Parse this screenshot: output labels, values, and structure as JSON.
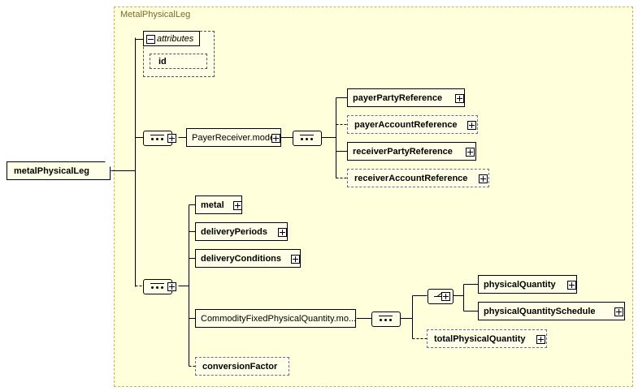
{
  "diagram": {
    "type": "xsd-schema-tree",
    "root": {
      "label": "metalPhysicalLeg"
    },
    "container": {
      "title": "MetalPhysicalLeg"
    },
    "attributes": {
      "header": "attributes",
      "rows": [
        {
          "label": "id"
        }
      ]
    },
    "nodes": [
      {
        "id": "payerreceiver",
        "label": "PayerReceiver.model",
        "bold": false,
        "dashed": false,
        "expand": "plus"
      },
      {
        "id": "payerPartyReference",
        "label": "payerPartyReference",
        "bold": true,
        "dashed": false,
        "expand": "plus"
      },
      {
        "id": "payerAccountReference",
        "label": "payerAccountReference",
        "bold": true,
        "dashed": true,
        "expand": "plus"
      },
      {
        "id": "receiverPartyReference",
        "label": "receiverPartyReference",
        "bold": true,
        "dashed": false,
        "expand": "plus"
      },
      {
        "id": "receiverAccountReference",
        "label": "receiverAccountReference",
        "bold": true,
        "dashed": true,
        "expand": "plus"
      },
      {
        "id": "metal",
        "label": "metal",
        "bold": true,
        "dashed": false,
        "expand": "plus"
      },
      {
        "id": "deliveryPeriods",
        "label": "deliveryPeriods",
        "bold": true,
        "dashed": false,
        "expand": "plus"
      },
      {
        "id": "deliveryConditions",
        "label": "deliveryConditions",
        "bold": true,
        "dashed": false,
        "expand": "plus"
      },
      {
        "id": "commodityFixed",
        "label": "CommodityFixedPhysicalQuantity.mo...",
        "bold": false,
        "dashed": false,
        "expand": "plus"
      },
      {
        "id": "physicalQuantity",
        "label": "physicalQuantity",
        "bold": true,
        "dashed": false,
        "expand": "plus"
      },
      {
        "id": "physicalQuantitySchedule",
        "label": "physicalQuantitySchedule",
        "bold": true,
        "dashed": false,
        "expand": "plus"
      },
      {
        "id": "totalPhysicalQuantity",
        "label": "totalPhysicalQuantity",
        "bold": true,
        "dashed": true,
        "expand": "plus"
      },
      {
        "id": "conversionFactor",
        "label": "conversionFactor",
        "bold": true,
        "dashed": true,
        "expand": "none"
      }
    ],
    "connectors": [
      {
        "id": "seq-top",
        "kind": "sequence"
      },
      {
        "id": "seq-payer",
        "kind": "sequence"
      },
      {
        "id": "seq-main",
        "kind": "sequence"
      },
      {
        "id": "seq-commodity",
        "kind": "sequence"
      },
      {
        "id": "choice-quantity",
        "kind": "choice"
      }
    ],
    "colors": {
      "node_fill": "#ffffe8",
      "container_fill": "#ffffdc",
      "container_border": "#c8b35a",
      "container_title": "#7a6a2a",
      "optional_border": "#6a6a9a",
      "line": "#000000"
    }
  }
}
